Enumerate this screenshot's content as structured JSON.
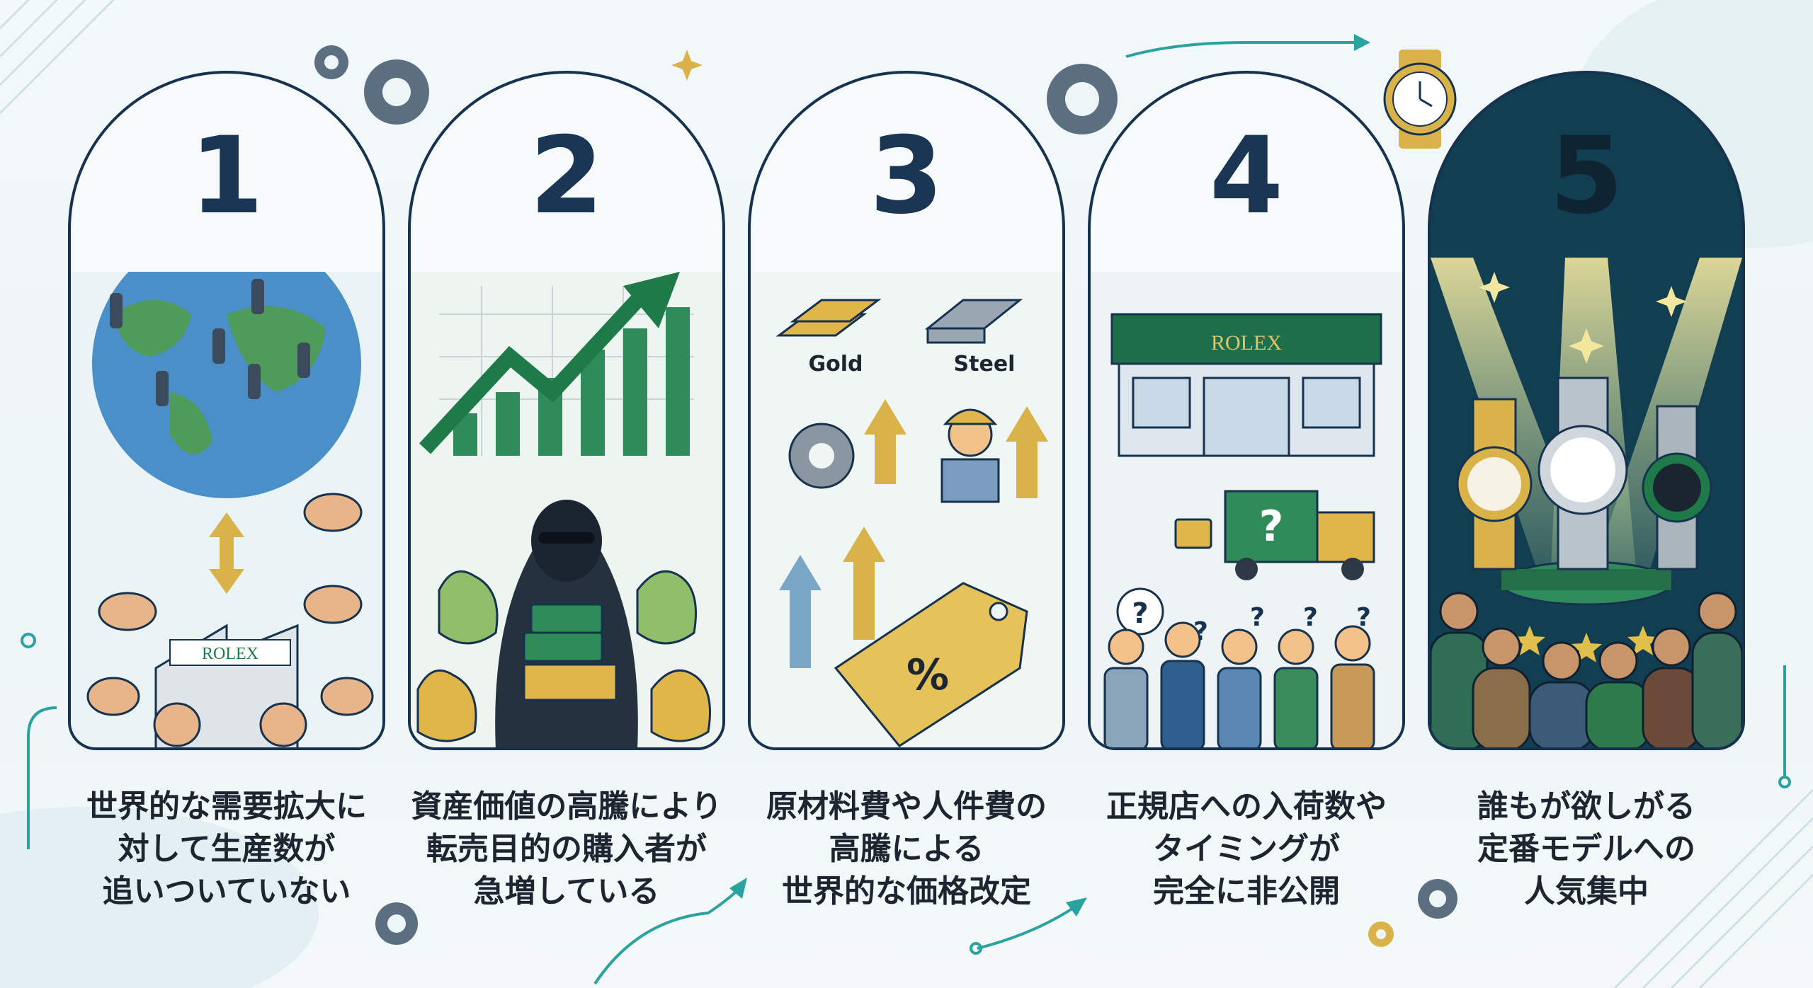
{
  "steps": [
    {
      "number": "1",
      "caption": "世界的な需要拡大に\n対して生産数が\n追いついていない",
      "sign_text": "ROLEX"
    },
    {
      "number": "2",
      "caption": "資産価値の高騰により\n転売目的の購入者が\n急増している"
    },
    {
      "number": "3",
      "caption": "原材料費や人件費の\n高騰による\n世界的な価格改定",
      "label_gold": "Gold",
      "label_steel": "Steel"
    },
    {
      "number": "4",
      "caption": "正規店への入荷数や\nタイミングが\n完全に非公開",
      "sign_text": "ROLEX"
    },
    {
      "number": "5",
      "caption": "誰もが欲しがる\n定番モデルへの\n人気集中"
    }
  ],
  "colors": {
    "outline": "#16324f",
    "green": "#1f7a4a",
    "gold": "#d9b24a",
    "teal": "#2aa3a0"
  }
}
